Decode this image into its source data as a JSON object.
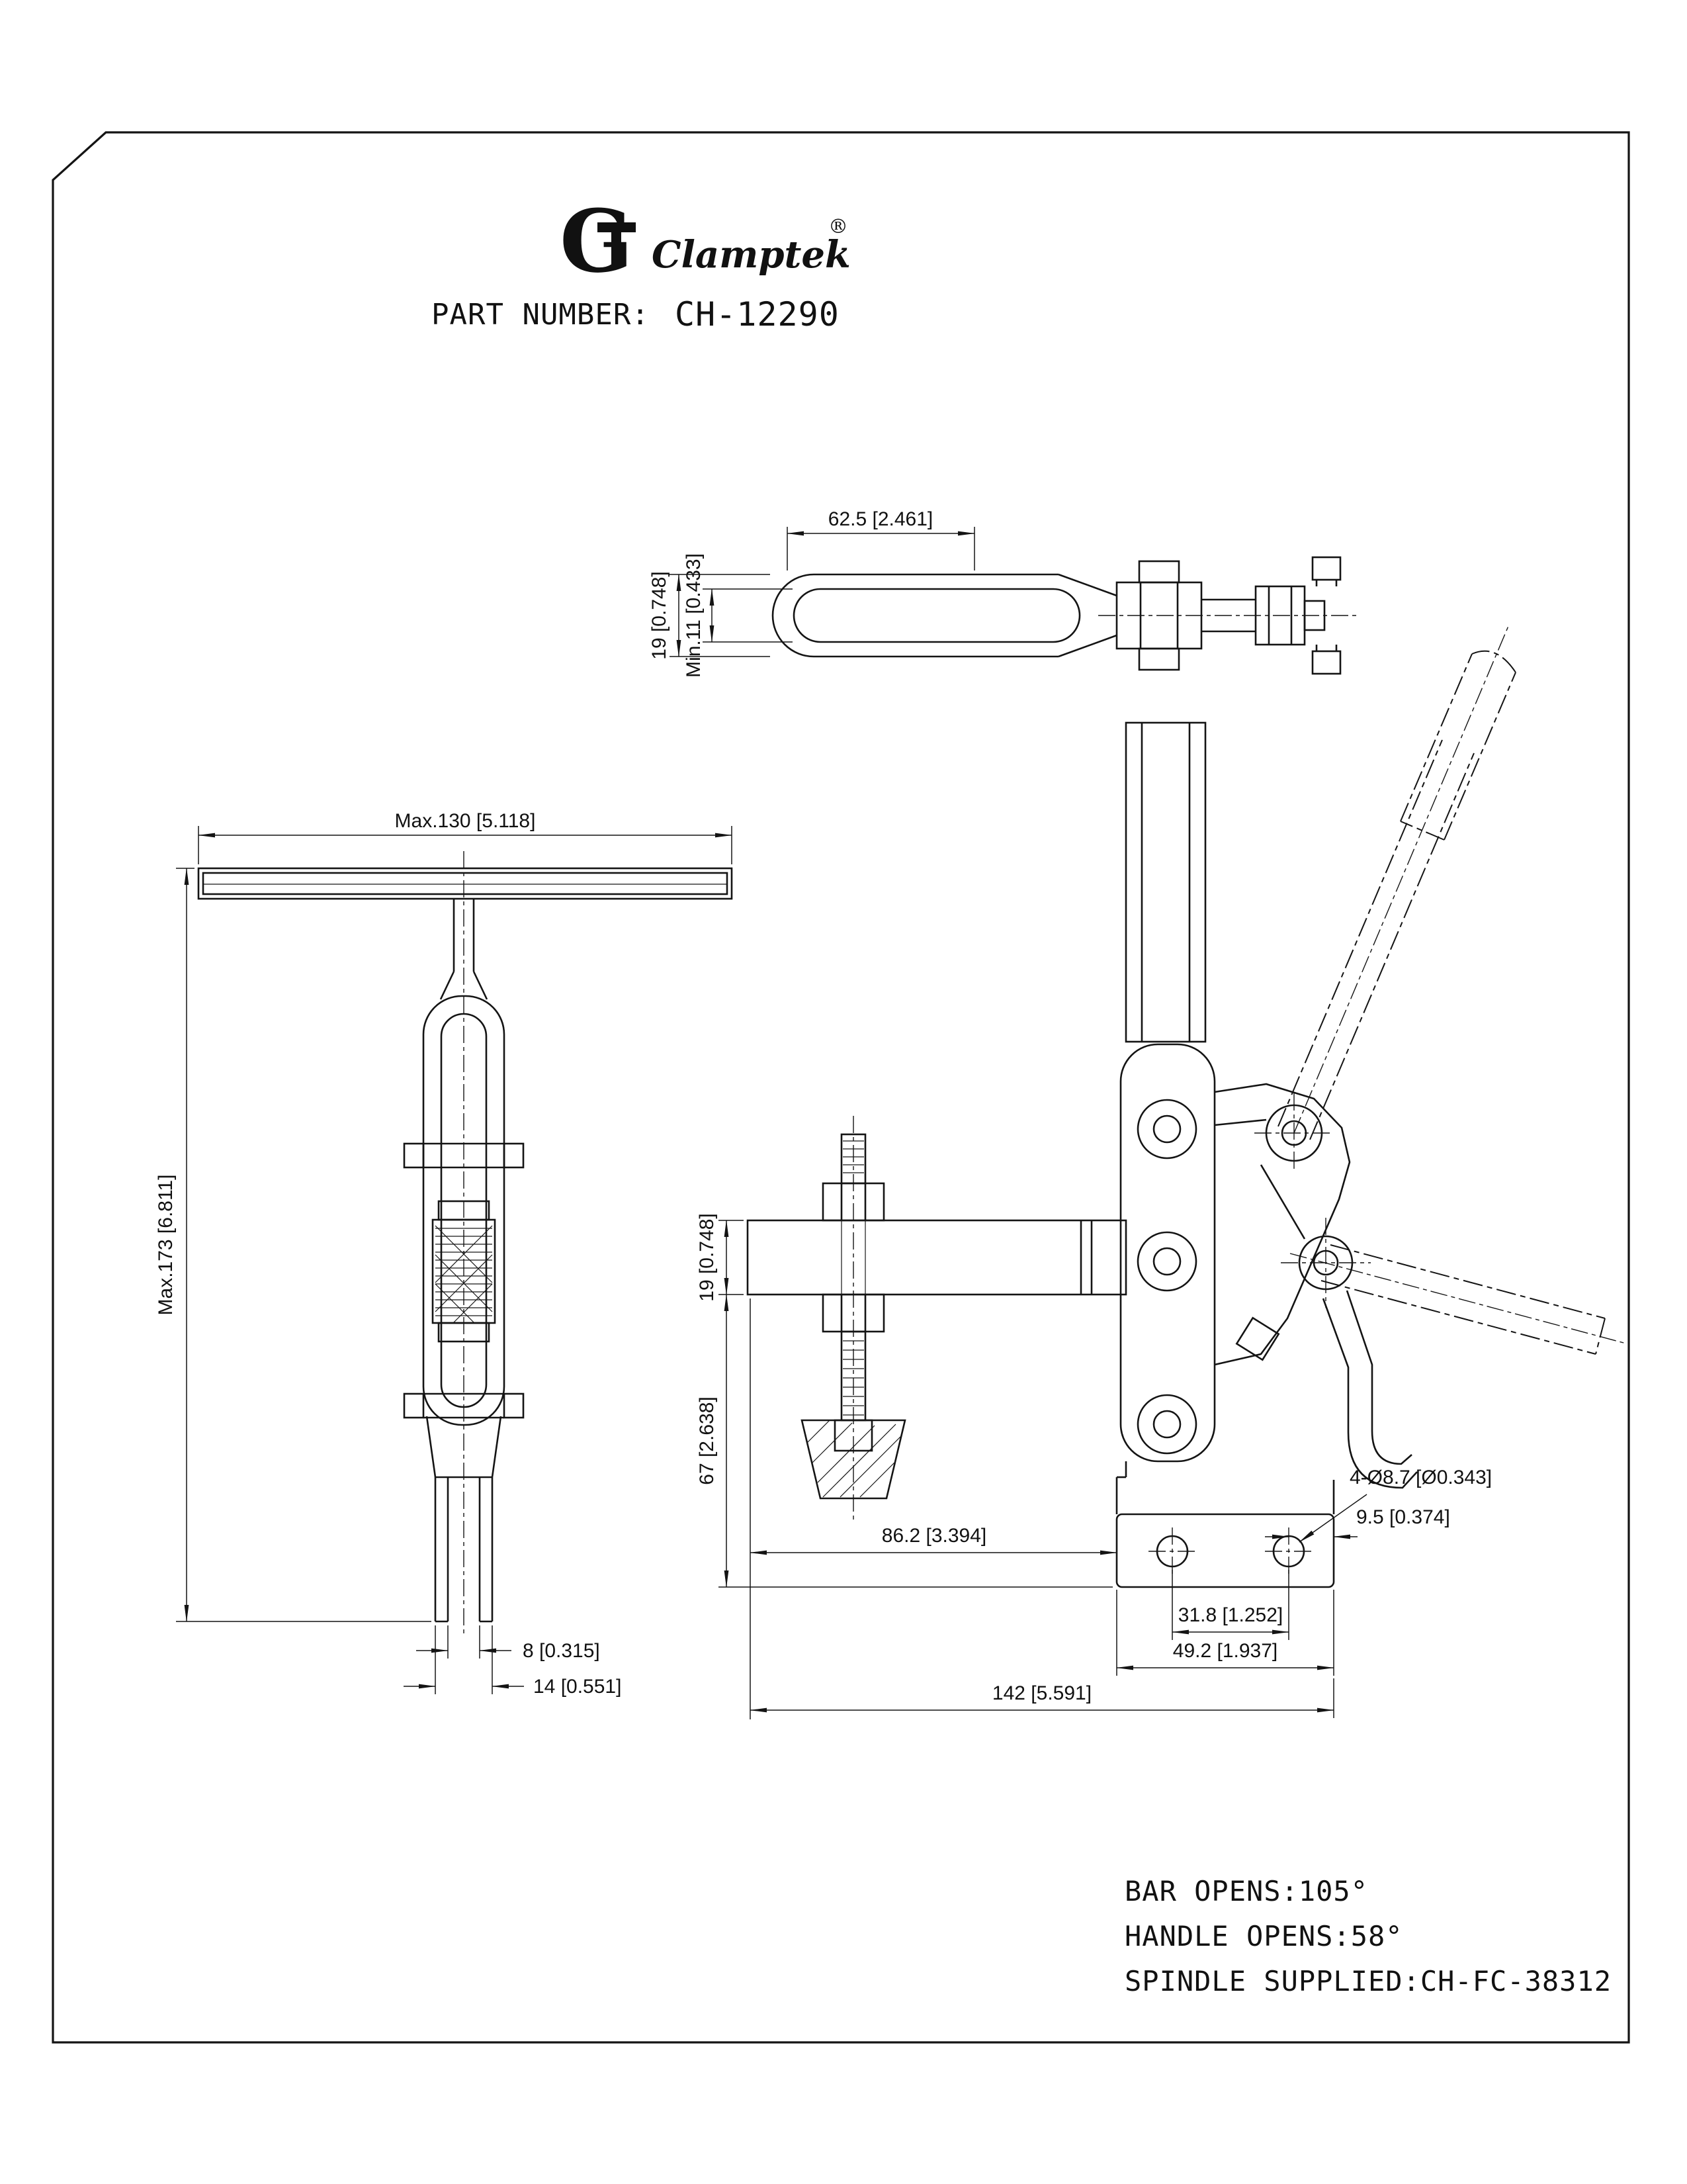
{
  "header": {
    "logo_mark": "G",
    "brand": "Clamptek",
    "registered": "®",
    "part_number_label": "PART NUMBER:",
    "part_number": "CH-12290"
  },
  "views": {
    "top_view": {
      "dims": {
        "length": "62.5 [2.461]",
        "height": "19 [0.748]",
        "min_opening": "Min.11 [0.433]"
      }
    },
    "side_view": {
      "dims": {
        "handle_length": "Max.130 [5.118]",
        "overall_height": "Max.173 [6.811]",
        "fork_inner_width": "8 [0.315]",
        "fork_outer_width": "14 [0.551]"
      }
    },
    "front_view": {
      "dims": {
        "bar_section_height": "19 [0.748]",
        "base_to_arm": "67 [2.638]",
        "arm_reach": "86.2 [3.394]",
        "mounting_holes": "4-Ø8.7 [Ø0.343]",
        "edge_offset": "9.5 [0.374]",
        "hole_pitch": "31.8 [1.252]",
        "base_width": "49.2 [1.937]",
        "overall_length": "142 [5.591]"
      }
    }
  },
  "notes": {
    "bar_opens": "BAR OPENS:105°",
    "handle_opens": "HANDLE OPENS:58°",
    "spindle": "SPINDLE SUPPLIED:CH-FC-38312"
  }
}
